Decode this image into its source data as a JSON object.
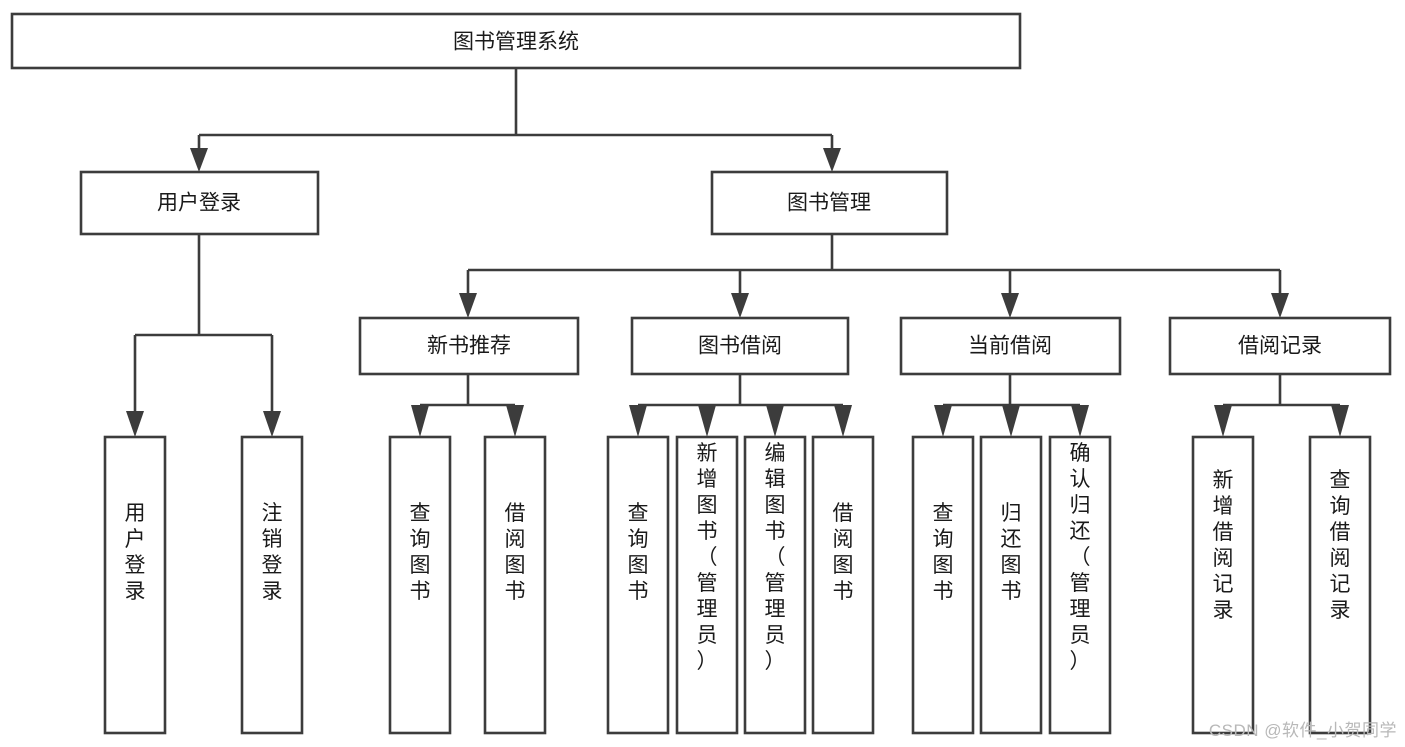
{
  "diagram": {
    "title": "图书管理系统",
    "type": "hierarchy-tree",
    "background_color": "#ffffff",
    "box_stroke_color": "#3c3c3c",
    "box_fill_color": "#ffffff",
    "text_color": "#1a1a1a",
    "root": {
      "id": "root",
      "label": "图书管理系统",
      "orientation": "horizontal"
    },
    "level1": [
      {
        "id": "user-login",
        "label": "用户登录",
        "orientation": "horizontal"
      },
      {
        "id": "book-manage",
        "label": "图书管理",
        "orientation": "horizontal"
      }
    ],
    "level2": [
      {
        "id": "new-book-recommend",
        "label": "新书推荐",
        "parent": "book-manage",
        "orientation": "horizontal"
      },
      {
        "id": "book-borrow",
        "label": "图书借阅",
        "parent": "book-manage",
        "orientation": "horizontal"
      },
      {
        "id": "current-borrow",
        "label": "当前借阅",
        "parent": "book-manage",
        "orientation": "horizontal"
      },
      {
        "id": "borrow-record",
        "label": "借阅记录",
        "parent": "book-manage",
        "orientation": "horizontal"
      }
    ],
    "leaves": [
      {
        "id": "leaf-user-login",
        "label": "用户登录",
        "parent": "user-login",
        "orientation": "vertical"
      },
      {
        "id": "leaf-logout-login",
        "label": "注销登录",
        "parent": "user-login",
        "orientation": "vertical"
      },
      {
        "id": "leaf-query-book-1",
        "label": "查询图书",
        "parent": "new-book-recommend",
        "orientation": "vertical"
      },
      {
        "id": "leaf-borrow-book-1",
        "label": "借阅图书",
        "parent": "new-book-recommend",
        "orientation": "vertical"
      },
      {
        "id": "leaf-query-book-2",
        "label": "查询图书",
        "parent": "book-borrow",
        "orientation": "vertical"
      },
      {
        "id": "leaf-add-book",
        "label": "新增图书（管理员）",
        "parent": "book-borrow",
        "orientation": "vertical"
      },
      {
        "id": "leaf-edit-book",
        "label": "编辑图书（管理员）",
        "parent": "book-borrow",
        "orientation": "vertical"
      },
      {
        "id": "leaf-borrow-book-2",
        "label": "借阅图书",
        "parent": "book-borrow",
        "orientation": "vertical"
      },
      {
        "id": "leaf-query-book-3",
        "label": "查询图书",
        "parent": "current-borrow",
        "orientation": "vertical"
      },
      {
        "id": "leaf-return-book",
        "label": "归还图书",
        "parent": "current-borrow",
        "orientation": "vertical"
      },
      {
        "id": "leaf-confirm-return",
        "label": "确认归还（管理员）",
        "parent": "current-borrow",
        "orientation": "vertical"
      },
      {
        "id": "leaf-add-record",
        "label": "新增借阅记录",
        "parent": "borrow-record",
        "orientation": "vertical"
      },
      {
        "id": "leaf-query-record",
        "label": "查询借阅记录",
        "parent": "borrow-record",
        "orientation": "vertical"
      }
    ]
  },
  "watermark": {
    "text": "CSDN @软件_小贺同学",
    "color": "#b8b8b8"
  }
}
